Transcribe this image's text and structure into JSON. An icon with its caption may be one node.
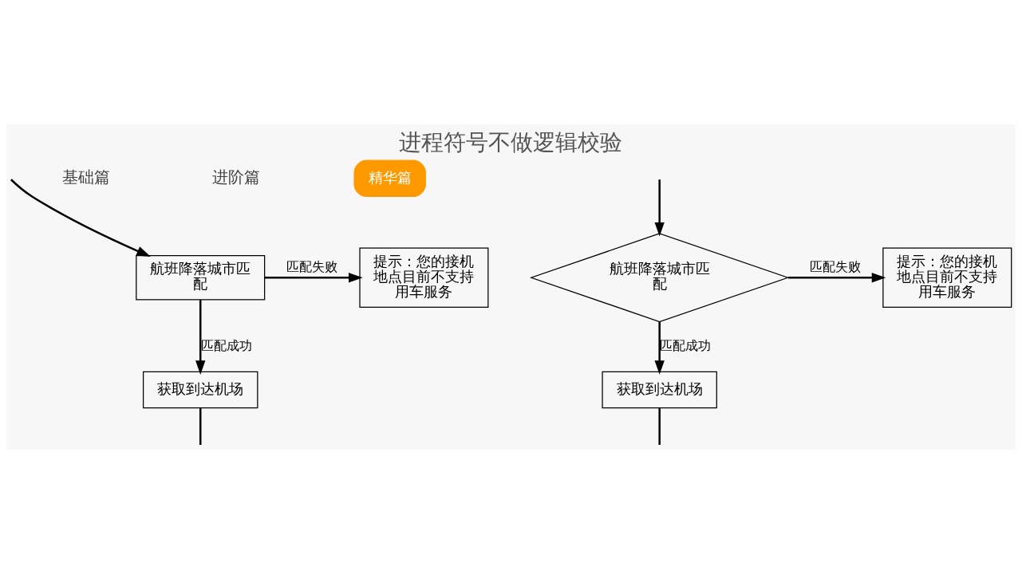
{
  "diagram": {
    "title": "进程符号不做逻辑校验",
    "nodes": [
      {
        "text": [
          "精华篇"
        ]
      },
      {
        "text": [
          "航班降落城市匹配"
        ]
      },
      {
        "text": [
          "提示：您的接机地点目前不支持用车服务"
        ]
      },
      {
        "text": [
          "获取到达机场"
        ]
      },
      {
        "text": [
          "航班降落城市匹配"
        ]
      },
      {
        "text": [
          "提示：您的接机地点目前不支持用车服务"
        ]
      },
      {
        "text": [
          "获取到达机场"
        ]
      }
    ],
    "edges": [
      {
        "from": null,
        "to": 1,
        "arrow": "to"
      },
      {
        "from": 1,
        "to": 2,
        "arrow": "to",
        "label": "匹配失败"
      },
      {
        "from": 1,
        "to": 3,
        "arrow": "to",
        "label": "匹配成功"
      },
      {
        "from": 3,
        "to": null,
        "arrow": "none"
      },
      {
        "from": null,
        "to": 4,
        "arrow": "to"
      },
      {
        "from": 4,
        "to": 5,
        "arrow": "to",
        "label": "匹配失败"
      },
      {
        "from": 4,
        "to": 6,
        "arrow": "to",
        "label": "匹配成功"
      },
      {
        "from": 6,
        "to": null,
        "arrow": "none"
      }
    ],
    "labels": [
      "基础篇",
      "进阶篇"
    ]
  }
}
